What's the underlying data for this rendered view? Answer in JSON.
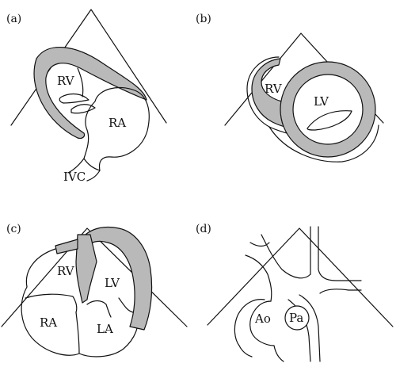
{
  "panels": [
    {
      "id": "a",
      "label": "(a)",
      "structures": [
        "RV",
        "RA",
        "IVC"
      ]
    },
    {
      "id": "b",
      "label": "(b)",
      "structures": [
        "RV",
        "LV"
      ]
    },
    {
      "id": "c",
      "label": "(c)",
      "structures": [
        "RV",
        "LV",
        "RA",
        "LA"
      ]
    },
    {
      "id": "d",
      "label": "(d)",
      "structures": [
        "Ao",
        "Pa"
      ]
    }
  ],
  "colors": {
    "wall_fill": "#b9b9b9",
    "line": "#111111",
    "background": "#ffffff"
  }
}
